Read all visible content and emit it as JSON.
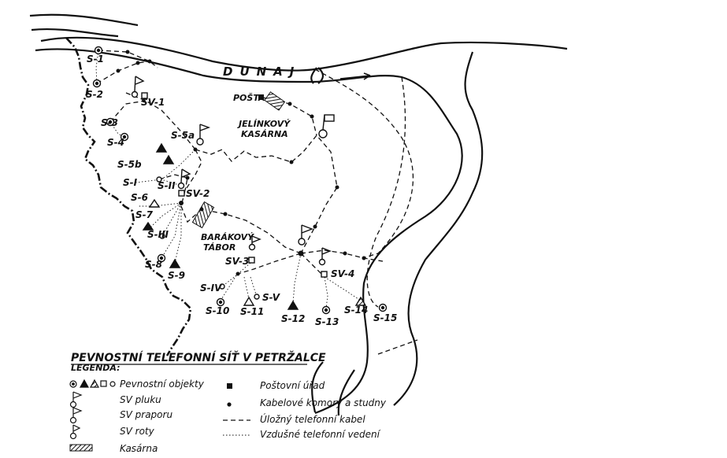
{
  "river_label": "DUNAJ",
  "places": {
    "posta": "POŠTA",
    "jelinkovy_1": "JELÍNKOVÝ",
    "jelinkovy_2": "KASÁRNA",
    "barakovy_1": "BARÁKOVÝ",
    "barakovy_2": "TÁBOR"
  },
  "nodes": {
    "s1": "S-1",
    "s2": "S-2",
    "s3": "S-3",
    "s4": "S-4",
    "s5a": "S-5a",
    "s5b": "S-5b",
    "sv1": "SV-1",
    "si": "S-I",
    "sii": "S-II",
    "sv2": "SV-2",
    "s6": "S-6",
    "s7": "S-7",
    "siii": "S-III",
    "s8": "S-8",
    "s9": "S-9",
    "sv3": "SV-3",
    "siv": "S-IV",
    "sv": "S-V",
    "s10": "S-10",
    "s11": "S-11",
    "s12": "S-12",
    "s13": "S-13",
    "s14": "S-14",
    "s15": "S-15",
    "sv4": "SV-4"
  },
  "title": "PEVNOSTNÍ TELEFONNÍ SÍŤ V PETRŽALCE",
  "legend": {
    "heading": "LEGENDA:",
    "objects": "Pevnostní objekty",
    "sv_pluku": "SV pluku",
    "sv_praporu": "SV praporu",
    "sv_roty": "SV roty",
    "kasarna": "Kasárna",
    "postovni_urad": "Poštovní úřad",
    "kabelove": "Kabelové komory a studny",
    "ulozny": "Úložný telefonní kabel",
    "vzdusne": "Vzdušné telefonní vedení"
  },
  "colors": {
    "ink": "#111111",
    "paper": "#ffffff"
  }
}
